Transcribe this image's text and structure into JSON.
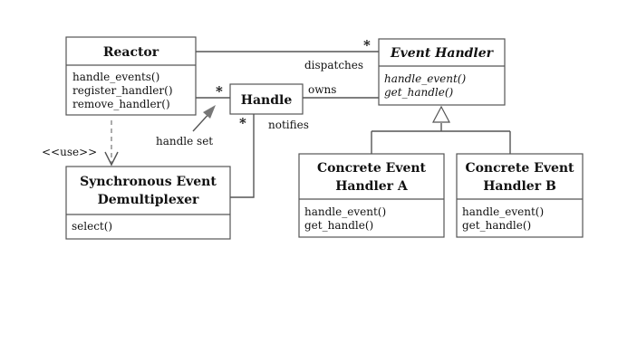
{
  "classes": {
    "reactor": {
      "name": "Reactor",
      "methods": [
        "handle_events()",
        "register_handler()",
        "remove_handler()"
      ]
    },
    "event_handler": {
      "name": "Event Handler",
      "methods": [
        "handle_event()",
        "get_handle()"
      ]
    },
    "handle": {
      "name": "Handle"
    },
    "sync_demux": {
      "name_line1": "Synchronous Event",
      "name_line2": "Demultiplexer",
      "methods": [
        "select()"
      ]
    },
    "concrete_a": {
      "name_line1": "Concrete Event",
      "name_line2": "Handler A",
      "methods": [
        "handle_event()",
        "get_handle()"
      ]
    },
    "concrete_b": {
      "name_line1": "Concrete Event",
      "name_line2": "Handler B",
      "methods": [
        "handle_event()",
        "get_handle()"
      ]
    }
  },
  "relations": {
    "dispatches": "dispatches",
    "owns": "owns",
    "notifies": "notifies",
    "handle_set": "handle set",
    "use": "<<use>>",
    "multiplicity": "*"
  }
}
